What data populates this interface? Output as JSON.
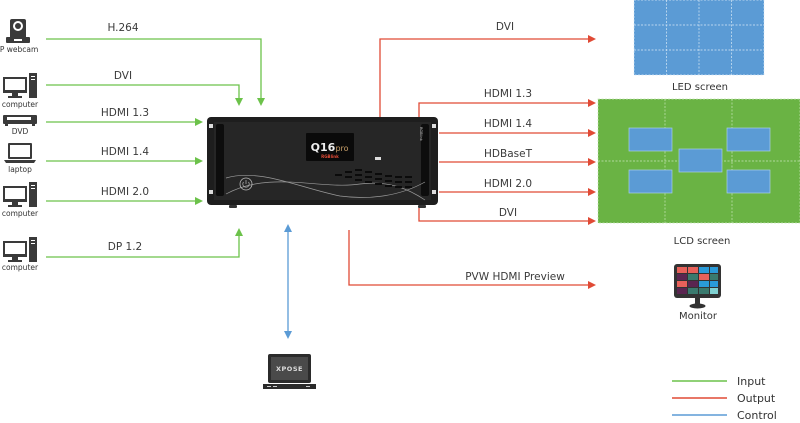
{
  "colors": {
    "input": "#6cc24a",
    "output": "#e04a35",
    "control": "#5b9bd5",
    "led_fill": "#5b9bd5",
    "lcd_fill": "#6ab344",
    "window_fill": "#5b9bd5",
    "device_body": "#1e1e1e"
  },
  "sources": [
    {
      "name": "IP webcam",
      "icon": "webcam-icon",
      "signal": "H.264"
    },
    {
      "name": "computer",
      "icon": "computer-icon",
      "signal": "DVI"
    },
    {
      "name": "DVD",
      "icon": "dvd-player-icon",
      "signal": "HDMI 1.3"
    },
    {
      "name": "laptop",
      "icon": "laptop-icon",
      "signal": "HDMI 1.4"
    },
    {
      "name": "computer",
      "icon": "computer-icon",
      "signal": "HDMI 2.0"
    },
    {
      "name": "computer",
      "icon": "computer-icon",
      "signal": "DP 1.2"
    }
  ],
  "processor": {
    "model": "Q16",
    "model_suffix": "pro",
    "brand": "RGBlink"
  },
  "outputs": {
    "led": {
      "signal": "DVI",
      "label": "LED screen"
    },
    "lcd": {
      "label": "LCD screen",
      "signals": [
        "HDMI 1.3",
        "HDMI 1.4",
        "HDBaseT",
        "HDMI 2.0",
        "DVI"
      ]
    },
    "monitor": {
      "signal": "PVW HDMI Preview",
      "label": "Monitor"
    }
  },
  "control": {
    "device": "laptop",
    "software": "XPOSE"
  },
  "legend": [
    {
      "label": "Input",
      "color": "#6cc24a"
    },
    {
      "label": "Output",
      "color": "#e04a35"
    },
    {
      "label": "Control",
      "color": "#5b9bd5"
    }
  ]
}
